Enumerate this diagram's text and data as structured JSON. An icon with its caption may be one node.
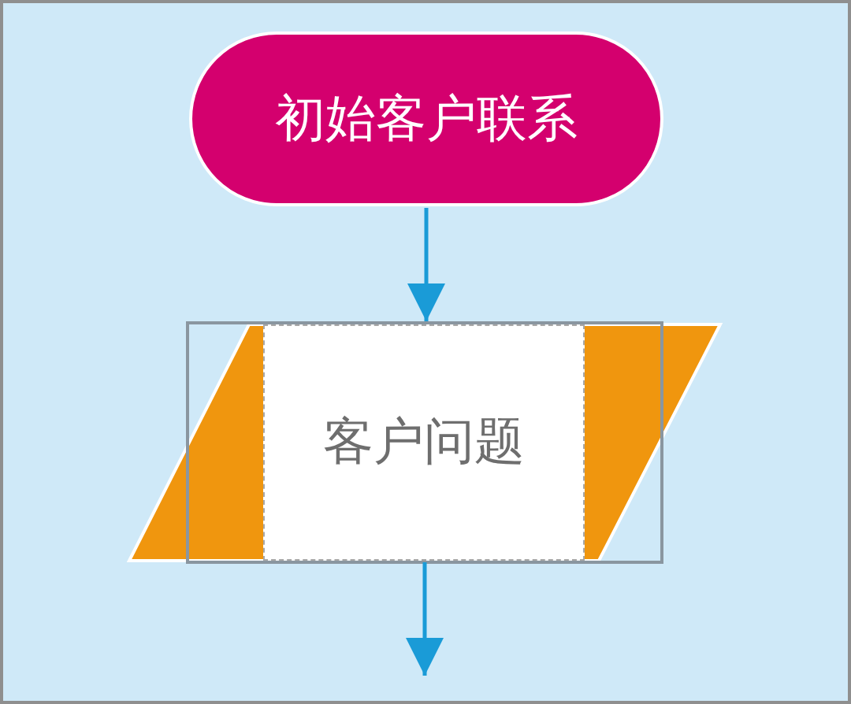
{
  "diagram": {
    "nodes": [
      {
        "text": [
          "初始客户联系"
        ]
      },
      {
        "text": [
          "客户问题"
        ]
      }
    ],
    "edges": [
      {
        "from": 0,
        "to": 1,
        "arrow": "to"
      },
      {
        "from": 1,
        "to": null,
        "arrow": "to"
      }
    ]
  }
}
